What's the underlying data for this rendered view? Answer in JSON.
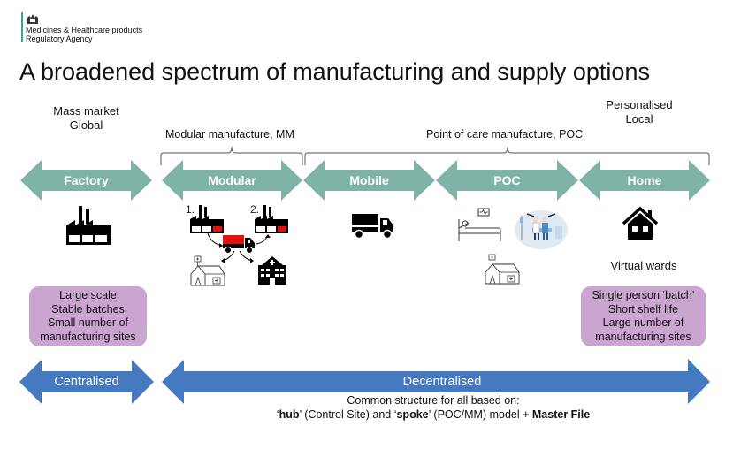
{
  "header": {
    "org_line1": "Medicines & Healthcare products",
    "org_line2": "Regulatory Agency",
    "title": "A broadened spectrum of manufacturing and supply options"
  },
  "scale_labels": {
    "left_line1": "Mass market",
    "left_line2": "Global",
    "right_line1": "Personalised",
    "right_line2": "Local"
  },
  "brackets": {
    "modular": "Modular manufacture, MM",
    "poc": "Point of care manufacture, POC"
  },
  "stages": [
    {
      "label": "Factory",
      "icon": "factory-icon"
    },
    {
      "label": "Modular",
      "icon": "modular-supply-icon"
    },
    {
      "label": "Mobile",
      "icon": "truck-icon"
    },
    {
      "label": "POC",
      "icon": "hospital-bed-icon"
    },
    {
      "label": "Home",
      "icon": "house-icon"
    }
  ],
  "modular_steps": {
    "step1": "1.",
    "step2": "2."
  },
  "home_caption": "Virtual wards",
  "boxes": {
    "left": [
      "Large scale",
      "Stable batches",
      "Small number of",
      "manufacturing sites"
    ],
    "right": [
      "Single person ‘batch’",
      "Short shelf life",
      "Large number of",
      "manufacturing sites"
    ]
  },
  "axis": {
    "centralised": "Centralised",
    "decentralised": "Decentralised"
  },
  "footer": {
    "line1": "Common structure for all based on:",
    "q1": "‘",
    "hub": "hub",
    "q2": "’ (Control Site) and ‘",
    "spoke": "spoke",
    "q3": "’ (POC/MM) model + ",
    "master": "Master File"
  },
  "colors": {
    "stage_arrow": "#7fb3a8",
    "axis_arrow": "#4579c0",
    "box_fill": "#c9a5cf",
    "accent_red": "#e01010",
    "logo_bar": "#3aa58d"
  }
}
